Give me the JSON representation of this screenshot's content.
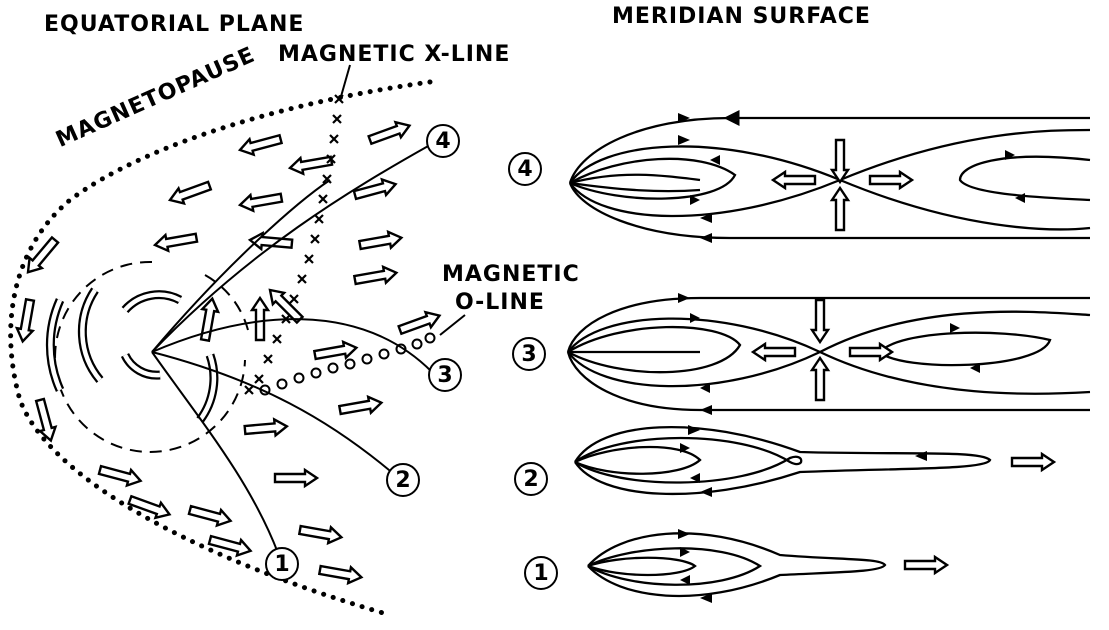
{
  "panels": {
    "equatorial": "EQUATORIAL PLANE",
    "meridian": "MERIDIAN SURFACE"
  },
  "labels": {
    "magnetopause": "MAGNETOPAUSE",
    "x_line": "MAGNETIC X-LINE",
    "o_line_1": "MAGNETIC",
    "o_line_2": "O-LINE"
  },
  "markers": {
    "eq": [
      "1",
      "2",
      "3",
      "4"
    ],
    "mer": [
      "4",
      "3",
      "2",
      "1"
    ]
  },
  "colors": {
    "ink": "#000000",
    "paper": "#ffffff"
  }
}
